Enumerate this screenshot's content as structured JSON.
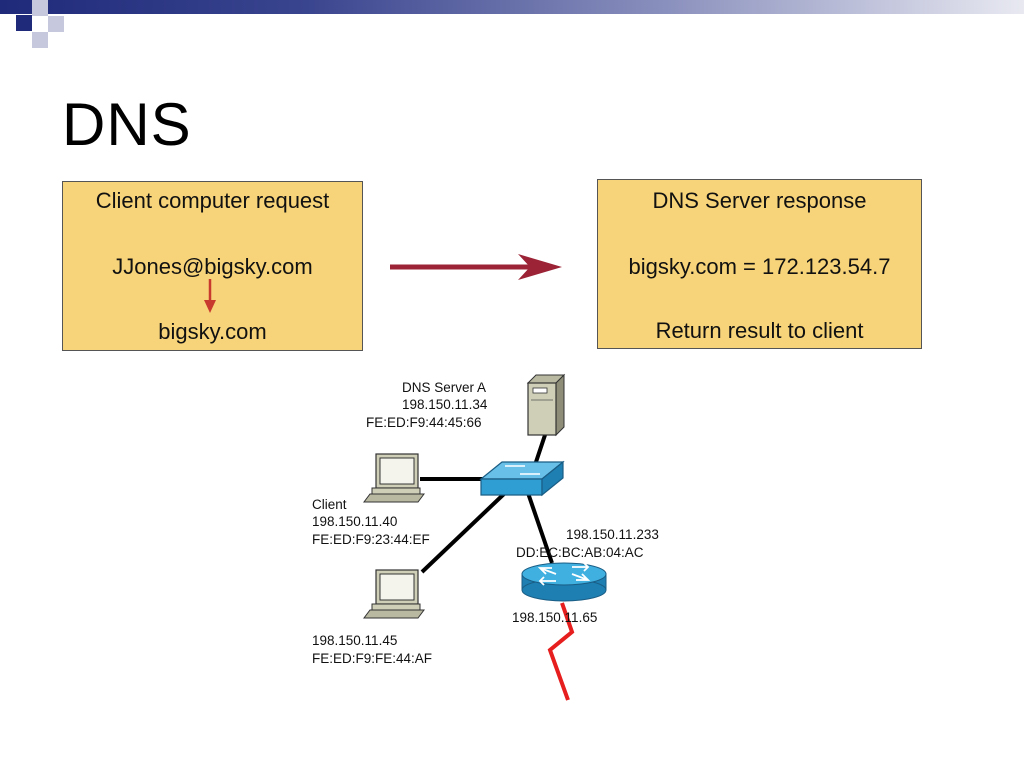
{
  "slide": {
    "title": "DNS"
  },
  "request_box": {
    "heading": "Client computer request",
    "email": "JJones@bigsky.com",
    "domain": "bigsky.com"
  },
  "response_box": {
    "heading": "DNS Server response",
    "mapping": "bigsky.com = 172.123.54.7",
    "footer": "Return result to client"
  },
  "network": {
    "dns_server": {
      "name": "DNS Server A",
      "ip": "198.150.11.34",
      "mac": "FE:ED:F9:44:45:66"
    },
    "client": {
      "name": "Client",
      "ip": "198.150.11.40",
      "mac": "FE:ED:F9:23:44:EF"
    },
    "host2": {
      "ip": "198.150.11.45",
      "mac": "FE:ED:F9:FE:44:AF"
    },
    "router": {
      "upper_ip": "198.150.11.233",
      "upper_mac": "DD:EC:BC:AB:04:AC",
      "lower_ip": "198.150.11.65"
    }
  },
  "colors": {
    "box_fill": "#f7d479",
    "arrow": "#9b2335",
    "header_dark": "#1f2a7a",
    "device_blue": "#2f9fd3",
    "wan_link": "#e61e1e"
  }
}
